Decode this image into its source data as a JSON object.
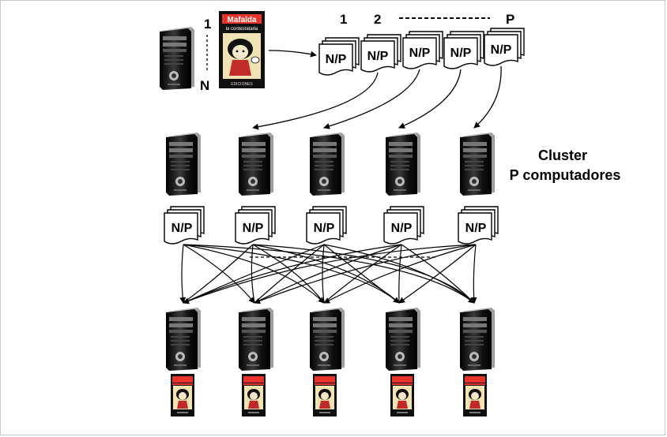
{
  "range_top": "1",
  "range_bottom": "N",
  "partition_label": "N/P",
  "partition_numbers": [
    "1",
    "2",
    "P"
  ],
  "book": {
    "title": "Mafalda",
    "subtitle": "la contestataria",
    "footer": "EDICIONES"
  },
  "cluster": {
    "line1": "Cluster",
    "line2": "P computadores"
  },
  "colors": {
    "book_cover": "#e8342a",
    "tower_dark": "#111111",
    "tower_light": "#8a8a8a"
  }
}
